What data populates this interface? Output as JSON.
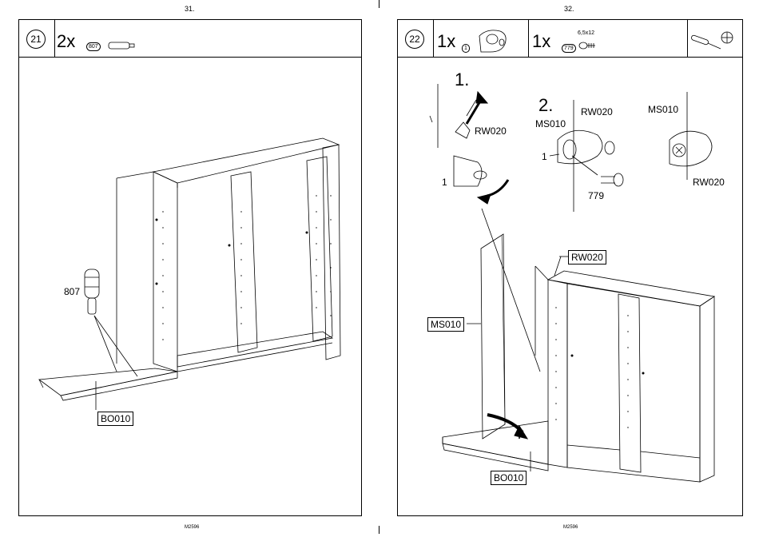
{
  "left_page": {
    "page_number": "31.",
    "step": "21",
    "qty": "2x",
    "part_code": "807",
    "labels": {
      "part_807": "807",
      "base": "BO010"
    },
    "footer": "M2596"
  },
  "right_page": {
    "page_number": "32.",
    "step": "22",
    "qty1": "1x",
    "part1_code": "1",
    "qty2": "1x",
    "part2_code": "779",
    "screw_size": "6,5x12",
    "substep1": "1.",
    "substep2": "2.",
    "labels": {
      "rw020_a": "RW020",
      "one_a": "1",
      "rw020_b": "RW020",
      "ms010_a": "MS010",
      "one_b": "1",
      "screw_779": "779",
      "ms010_b": "MS010",
      "rw020_c": "RW020",
      "rw020_box": "RW020",
      "ms010_box": "MS010",
      "bo010_box": "BO010"
    },
    "footer": "M2596"
  }
}
